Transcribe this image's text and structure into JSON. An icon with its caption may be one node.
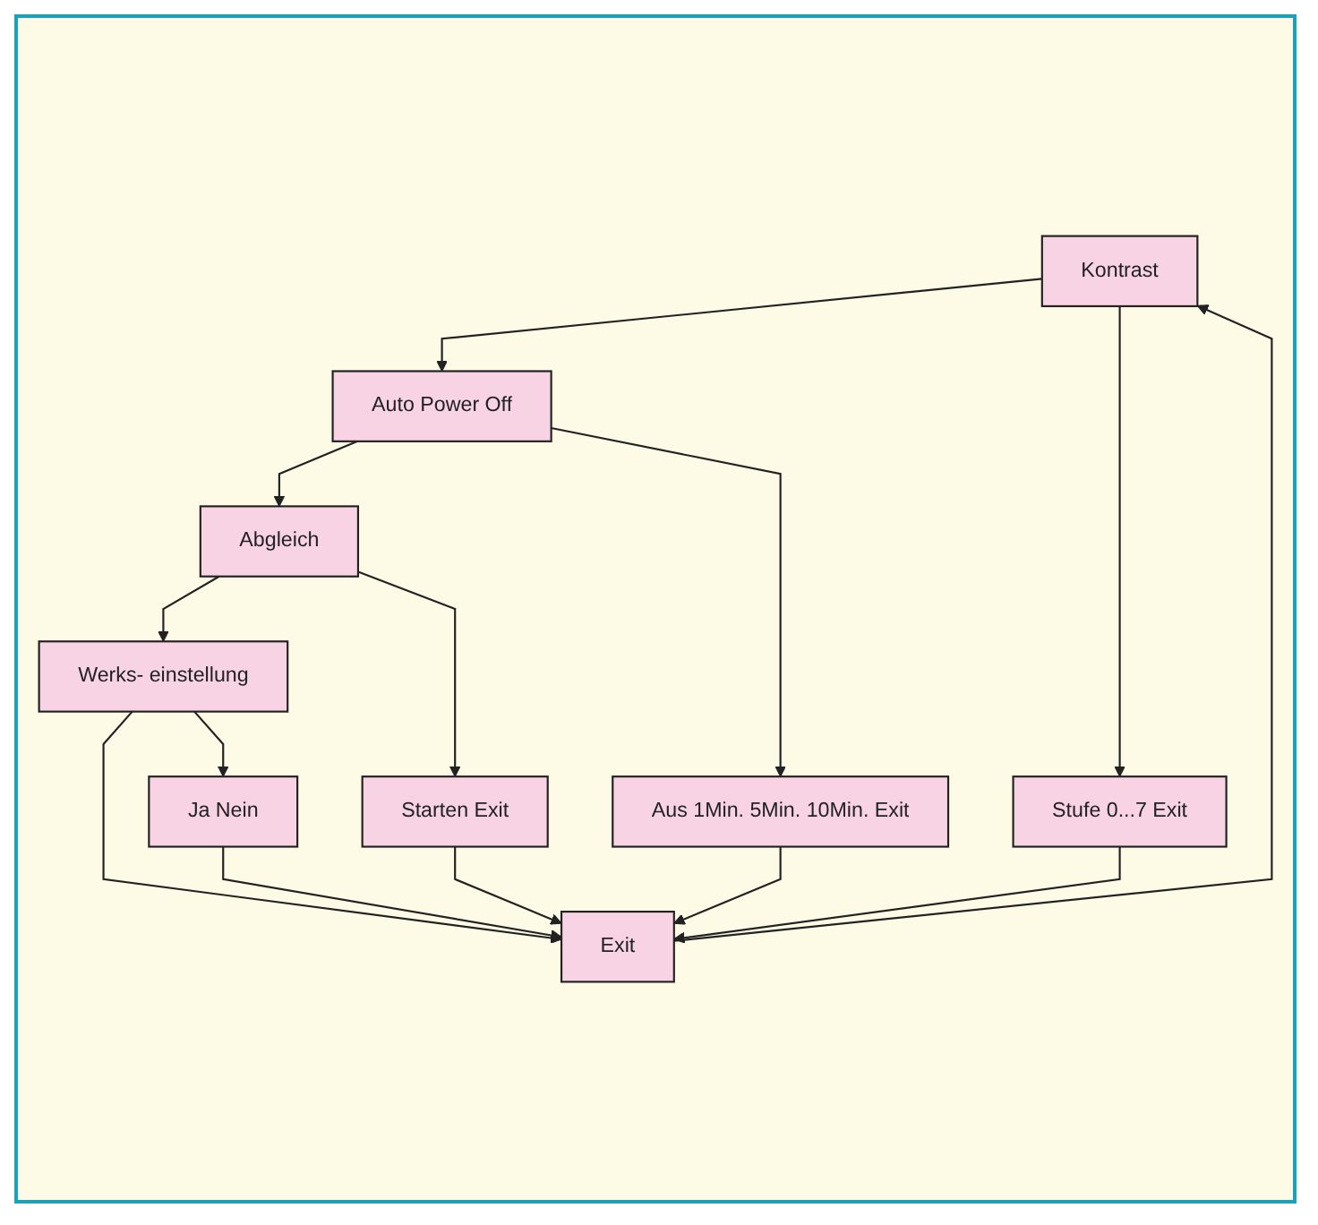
{
  "diagram": {
    "nodes": [
      {
        "text": [
          "Kontrast"
        ]
      },
      {
        "text": [
          "Stufe 0...7 Exit"
        ]
      },
      {
        "text": [
          "Auto Power Off"
        ]
      },
      {
        "text": [
          "Aus 1Min. 5Min. 10Min. Exit"
        ]
      },
      {
        "text": [
          "Abgleich"
        ]
      },
      {
        "text": [
          "Starten Exit"
        ]
      },
      {
        "text": [
          "Werks- einstellung"
        ]
      },
      {
        "text": [
          "Ja Nein"
        ]
      },
      {
        "text": [
          "Exit"
        ]
      }
    ],
    "edges": [
      {
        "from": 0,
        "to": 2,
        "arrow": "to"
      },
      {
        "from": 2,
        "to": 4,
        "arrow": "to"
      },
      {
        "from": 4,
        "to": 6,
        "arrow": "to"
      },
      {
        "from": 6,
        "to": 8,
        "arrow": "to"
      },
      {
        "from": 8,
        "to": 0,
        "arrow": "to"
      },
      {
        "from": 0,
        "to": 1,
        "arrow": "to"
      },
      {
        "from": 2,
        "to": 3,
        "arrow": "to"
      },
      {
        "from": 4,
        "to": 5,
        "arrow": "to"
      },
      {
        "from": 6,
        "to": 7,
        "arrow": "to"
      },
      {
        "from": 1,
        "to": 8,
        "arrow": "to"
      },
      {
        "from": 3,
        "to": 8,
        "arrow": "to"
      },
      {
        "from": 5,
        "to": 8,
        "arrow": "to"
      },
      {
        "from": 7,
        "to": 8,
        "arrow": "to"
      }
    ]
  }
}
